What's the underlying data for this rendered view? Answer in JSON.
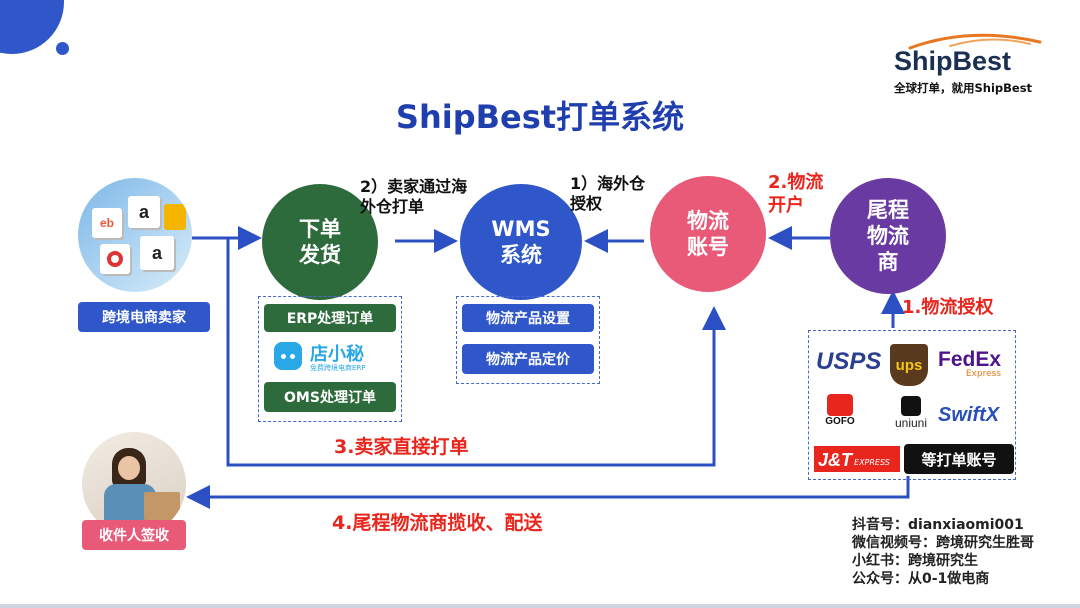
{
  "title": "ShipBest打单系统",
  "brand": {
    "name": "ShipBest",
    "slogan": "全球打单，就用ShipBest",
    "colors": {
      "primary": "#1a2f52",
      "accent": "#e87722"
    }
  },
  "nodes": {
    "seller_label": "跨境电商卖家",
    "order_ship": "下单\n发货",
    "wms": "WMS\n系统",
    "logistics_account": "物流\n账号",
    "last_mile": "尾程\n物流\n商",
    "recipient_label": "收件人签收"
  },
  "steps": {
    "seller_via_wh": "2）卖家通过海\n外仓打单",
    "overseas_wh": "1）海外仓\n授权",
    "open_account": "2.物流\n开户",
    "authorize": "1.物流授权",
    "direct_print": "3.卖家直接打单",
    "delivery": "4.尾程物流商揽收、配送"
  },
  "order_tools": {
    "erp": "ERP处理订单",
    "dianxiaomi": "店小秘",
    "dianxiaomi_sub": "免费跨境电商ERP",
    "oms": "OMS处理订单"
  },
  "wms_tools": {
    "setup": "物流产品设置",
    "pricing": "物流产品定价"
  },
  "carriers": {
    "usps": "USPS",
    "ups": "ups",
    "fedex": "FedEx",
    "fedex_sub": "Express",
    "gofo": "GOFO",
    "uniuni": "uniuni",
    "swiftx": "SwiftX",
    "jt": "J&T",
    "jt_sub": "EXPRESS",
    "more": "等打单账号"
  },
  "contacts": [
    "抖音号：dianxiaomi001",
    "微信视频号：跨境研究生胜哥",
    "小红书：跨境研究生",
    "公众号：从0-1做电商"
  ],
  "colors": {
    "blue": "#2f57c9",
    "green": "#2e6b3c",
    "pink": "#e85a78",
    "purple": "#6a3aa3",
    "red": "#e8261d",
    "arrow": "#2c4fc4",
    "recipient_btn": "#e85a78"
  }
}
